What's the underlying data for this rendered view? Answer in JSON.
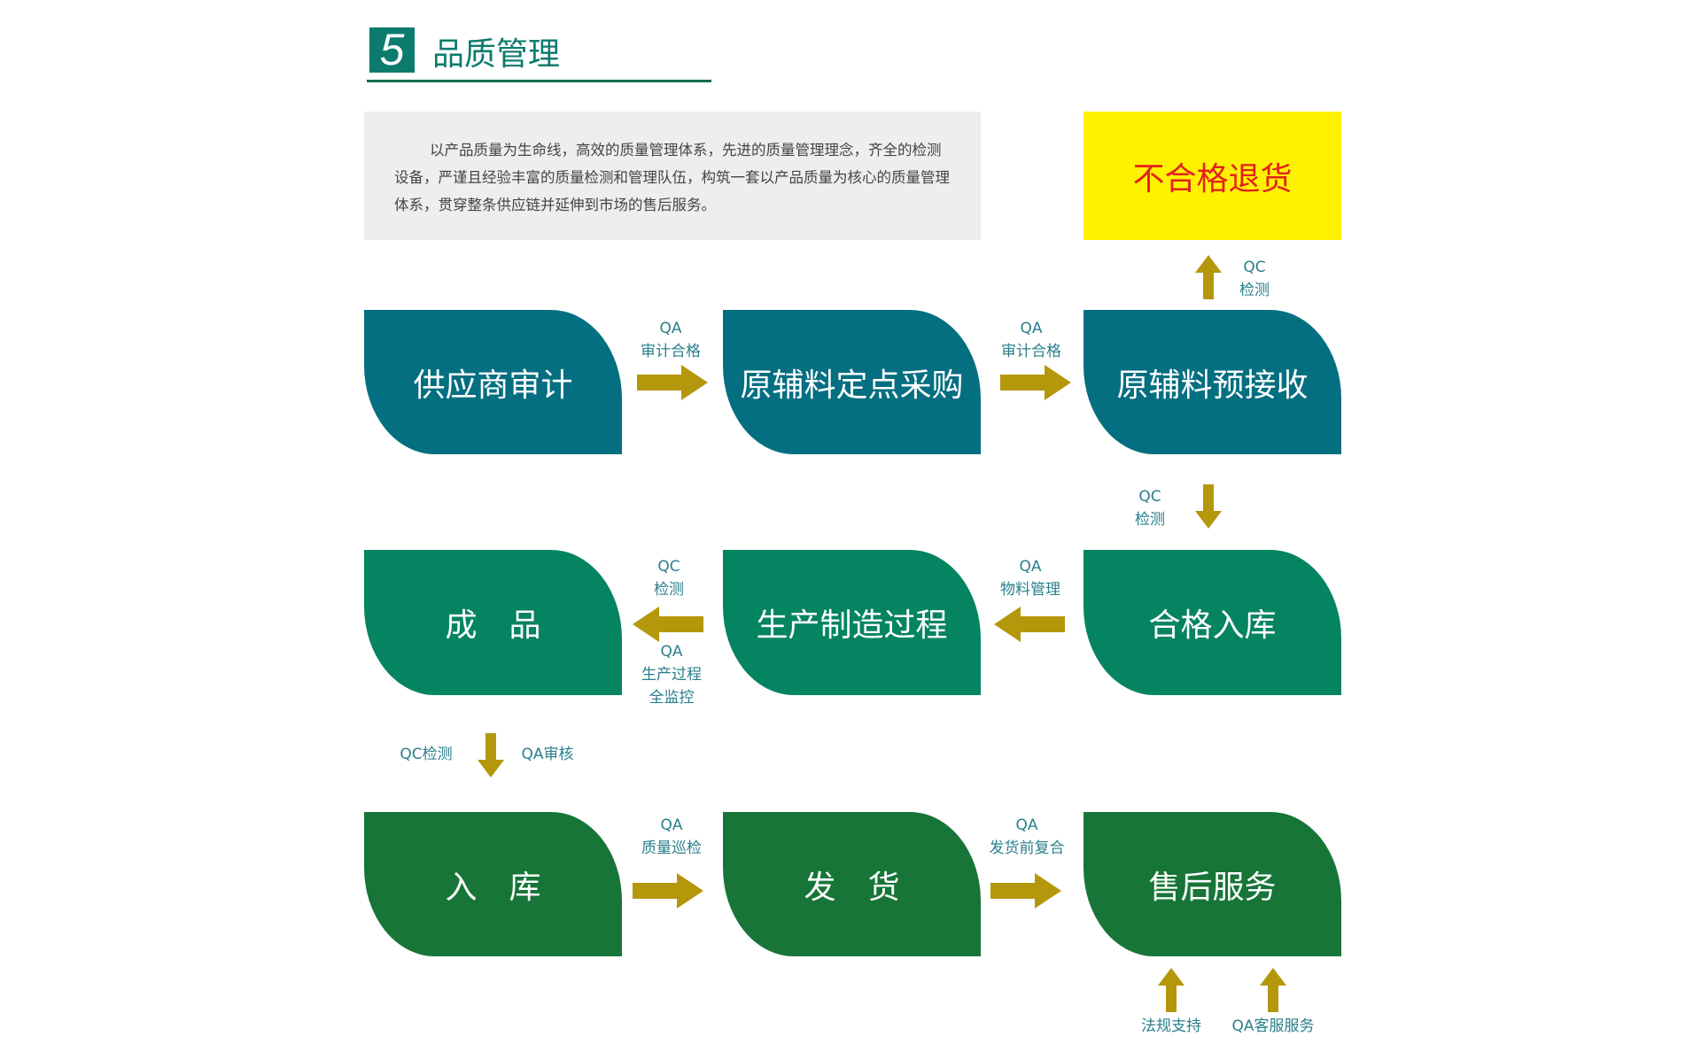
{
  "header": {
    "number": "5",
    "title": "品质管理"
  },
  "intro": "以产品质量为生命线，高效的质量管理体系，先进的质量管理理念，齐全的检测设备，严谨且经验丰富的质量检测和管理队伍，构筑一套以产品质量为核心的质量管理体系，贯穿整条供应链并延伸到市场的售后服务。",
  "reject": "不合格退货",
  "boxes": {
    "supplier_audit": "供应商审计",
    "fixed_purchase": "原辅料定点采购",
    "pre_receive": "原辅料预接收",
    "qualified_storage": "合格入库",
    "manufacturing": "生产制造过程",
    "finished": "成　品",
    "warehousing": "入　库",
    "shipping": "发　货",
    "after_sales": "售后服务"
  },
  "labels": {
    "audit1": "QA\n审计合格",
    "audit2": "QA\n审计合格",
    "qc_up": "QC\n检测",
    "qc_down": "QC\n检测",
    "material": "QA\n物料管理",
    "qc_finished": "QC\n检测",
    "qa_process": "QA\n生产过程\n全监控",
    "qc_check": "QC检测",
    "qa_review": "QA审核",
    "patrol": "QA\n质量巡检",
    "pre_ship": "QA\n发货前复合",
    "legal": "法规支持",
    "customer_service": "QA客服服务"
  },
  "colors": {
    "arrow": "#b5970c",
    "row1": "#046f80",
    "row2": "#058462",
    "row3": "#177537",
    "reject_bg": "#fff200",
    "reject_text": "#e3211b"
  }
}
